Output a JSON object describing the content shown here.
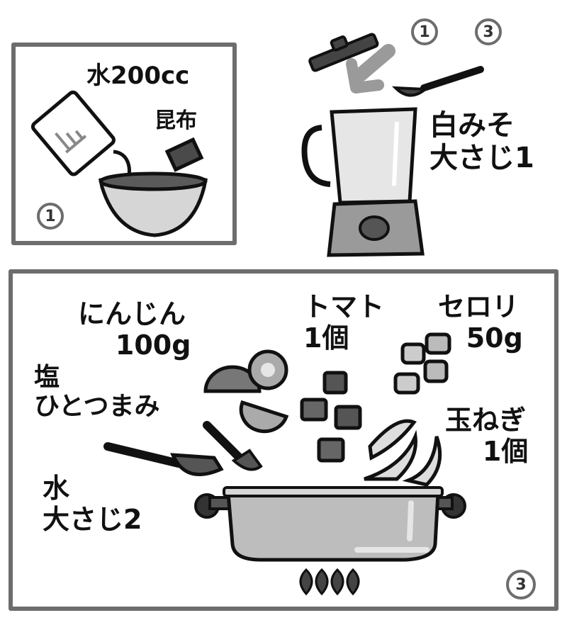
{
  "step1": {
    "badge": "1",
    "labels": {
      "water": "水200cc",
      "kombu": "昆布"
    }
  },
  "step2": {
    "badges": [
      "1",
      "3"
    ],
    "labels": {
      "miso": "白みそ\n大さじ1"
    }
  },
  "step3": {
    "badge": "3",
    "labels": {
      "carrot": "にんじん\n    100g",
      "tomato": "トマト\n1個",
      "celery": "セロリ\n   50g",
      "salt": "塩\nひとつまみ",
      "onion": "玉ねぎ\n    1個",
      "water": "水\n大さじ2"
    }
  },
  "colors": {
    "outline": "#111111",
    "panel_border": "#6d6d6d",
    "pot": "#bdbdbd",
    "bowl": "#d6d6d6"
  }
}
